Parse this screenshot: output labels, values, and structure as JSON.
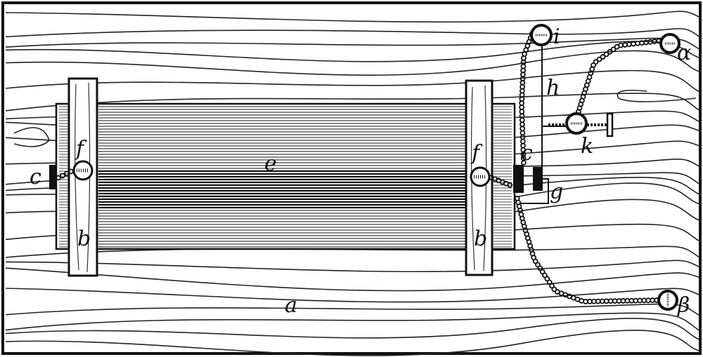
{
  "figure": {
    "labels": {
      "board": "a",
      "block_left": "b",
      "block_right": "b",
      "contact_left": "c",
      "contact_right": "c",
      "coil": "e",
      "screw_left": "f",
      "screw_right": "f",
      "spring_contact": "g",
      "wire": "h",
      "terminal_i": "i",
      "terminal_k": "k",
      "terminal_alpha": "α",
      "terminal_beta": "β"
    }
  }
}
